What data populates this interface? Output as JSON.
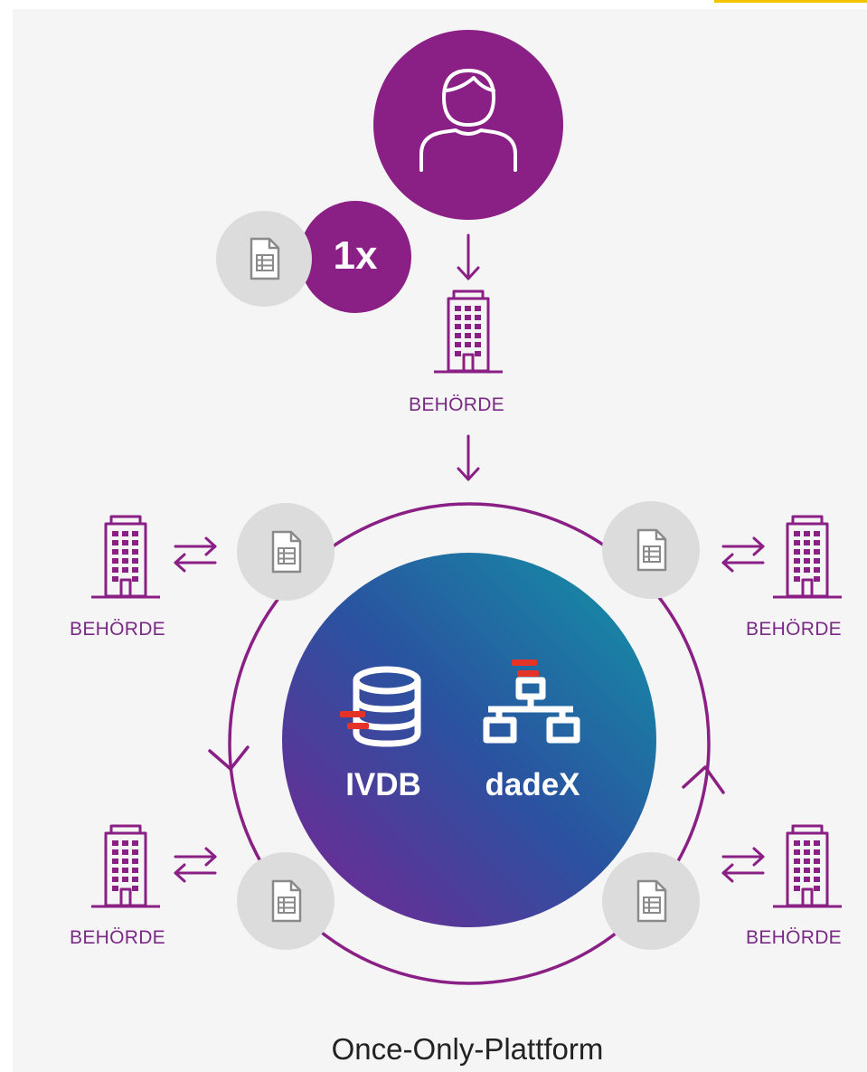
{
  "colors": {
    "purple": "#8a1f85",
    "authority": "#7a2a86",
    "doc_circle": "#dcdcdc",
    "doc_icon": "#8a8a8a",
    "hub_gradient": [
      "#6a2a93",
      "#2a55a0",
      "#1a8fa6"
    ],
    "accent_red": "#e53328",
    "highlight": "#f5c400"
  },
  "icons": [
    "user-icon",
    "document-icon",
    "building-icon",
    "database-icon",
    "network-icon",
    "arrow-down-icon",
    "exchange-arrows-icon"
  ],
  "badge": {
    "text": "1x"
  },
  "authorities": {
    "top": "BEHÖRDE",
    "left_top": "BEHÖRDE",
    "right_top": "BEHÖRDE",
    "left_bottom": "BEHÖRDE",
    "right_bottom": "BEHÖRDE"
  },
  "hub": {
    "left_label": "IVDB",
    "right_label": "dadeX"
  },
  "caption": "Once-Only-Plattform"
}
